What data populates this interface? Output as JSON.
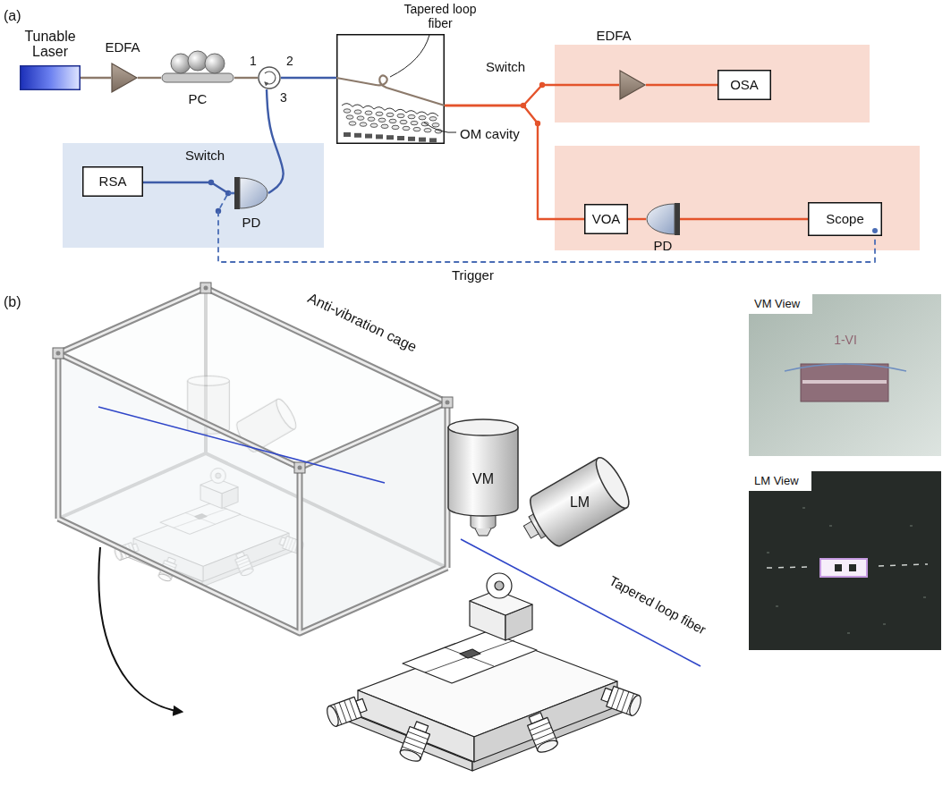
{
  "diagram": {
    "nodes": [
      {
        "text": [
          "Tunable Laser"
        ]
      },
      {
        "text": [
          "EDFA"
        ]
      },
      {
        "text": [
          "PC"
        ]
      },
      {
        "text": [
          "1",
          "2",
          "3"
        ]
      },
      {
        "text": [
          "Tapered loop fiber",
          "OM cavity"
        ]
      },
      {
        "text": [
          "EDFA"
        ]
      },
      {
        "text": [
          "OSA"
        ]
      },
      {
        "text": [
          "VOA"
        ]
      },
      {
        "text": [
          "PD"
        ]
      },
      {
        "text": [
          "Scope"
        ]
      },
      {
        "text": [
          "RSA"
        ]
      },
      {
        "text": [
          "PD"
        ]
      },
      {
        "text": [
          "VM"
        ]
      },
      {
        "text": [
          "LM"
        ]
      },
      {
        "text": [
          "VM View",
          "1-VI"
        ]
      },
      {
        "text": [
          "LM View"
        ]
      }
    ],
    "edges": [
      {
        "from": 0,
        "to": 1,
        "arrow": "none"
      },
      {
        "from": 1,
        "to": 2,
        "arrow": "none"
      },
      {
        "from": 2,
        "to": 3,
        "arrow": "none"
      },
      {
        "from": 3,
        "to": 4,
        "arrow": "none"
      },
      {
        "from": 4,
        "to": 5,
        "arrow": "none"
      },
      {
        "from": 4,
        "to": 7,
        "arrow": "none"
      },
      {
        "from": 5,
        "to": 6,
        "arrow": "none"
      },
      {
        "from": 7,
        "to": 8,
        "arrow": "none"
      },
      {
        "from": 8,
        "to": 9,
        "arrow": "none"
      },
      {
        "from": 3,
        "to": 11,
        "arrow": "none"
      },
      {
        "from": 11,
        "to": 10,
        "arrow": "none"
      },
      {
        "from": 11,
        "to": 9,
        "label": "Trigger",
        "arrow": "none"
      }
    ],
    "labels": [
      "(a)",
      "Switch",
      "Switch",
      "(b)",
      "Anti-vibration cage",
      "Tapered loop fiber"
    ]
  }
}
